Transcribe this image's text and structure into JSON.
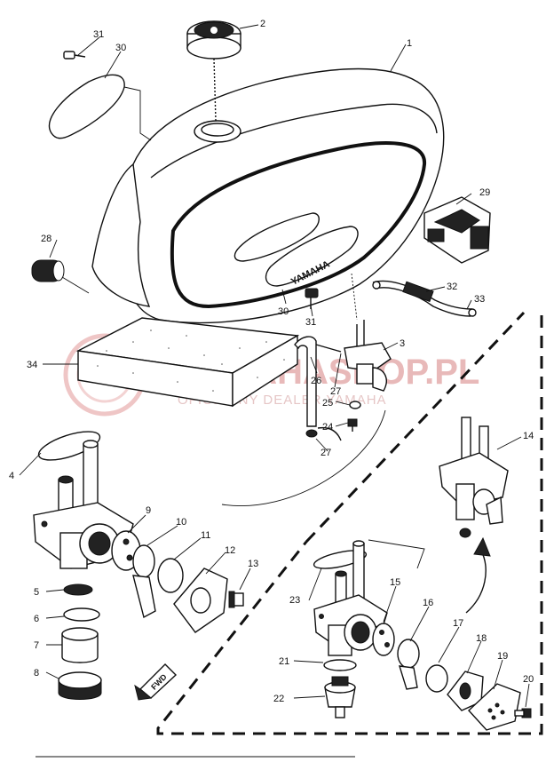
{
  "watermark": {
    "main": "YAMAHASHOP.PL",
    "sub": "OFICJALNY DEALER YAMAHA"
  },
  "tank_emblem": "YAMAHA",
  "fwd_label": "FWD",
  "callouts": [
    {
      "id": "c1",
      "label": "1"
    },
    {
      "id": "c2",
      "label": "2"
    },
    {
      "id": "c3",
      "label": "3"
    },
    {
      "id": "c4",
      "label": "4"
    },
    {
      "id": "c5",
      "label": "5"
    },
    {
      "id": "c6",
      "label": "6"
    },
    {
      "id": "c7",
      "label": "7"
    },
    {
      "id": "c8",
      "label": "8"
    },
    {
      "id": "c9",
      "label": "9"
    },
    {
      "id": "c10",
      "label": "10"
    },
    {
      "id": "c11",
      "label": "11"
    },
    {
      "id": "c12",
      "label": "12"
    },
    {
      "id": "c13",
      "label": "13"
    },
    {
      "id": "c14",
      "label": "14"
    },
    {
      "id": "c15",
      "label": "15"
    },
    {
      "id": "c16",
      "label": "16"
    },
    {
      "id": "c17",
      "label": "17"
    },
    {
      "id": "c18",
      "label": "18"
    },
    {
      "id": "c19",
      "label": "19"
    },
    {
      "id": "c20",
      "label": "20"
    },
    {
      "id": "c21",
      "label": "21"
    },
    {
      "id": "c22",
      "label": "22"
    },
    {
      "id": "c23",
      "label": "23"
    },
    {
      "id": "c24",
      "label": "24"
    },
    {
      "id": "c25",
      "label": "25"
    },
    {
      "id": "c26",
      "label": "26"
    },
    {
      "id": "c27a",
      "label": "27"
    },
    {
      "id": "c27b",
      "label": "27"
    },
    {
      "id": "c28",
      "label": "28"
    },
    {
      "id": "c29",
      "label": "29"
    },
    {
      "id": "c30a",
      "label": "30"
    },
    {
      "id": "c30b",
      "label": "30"
    },
    {
      "id": "c31a",
      "label": "31"
    },
    {
      "id": "c31b",
      "label": "31"
    },
    {
      "id": "c32",
      "label": "32"
    },
    {
      "id": "c33",
      "label": "33"
    },
    {
      "id": "c34",
      "label": "34"
    }
  ]
}
